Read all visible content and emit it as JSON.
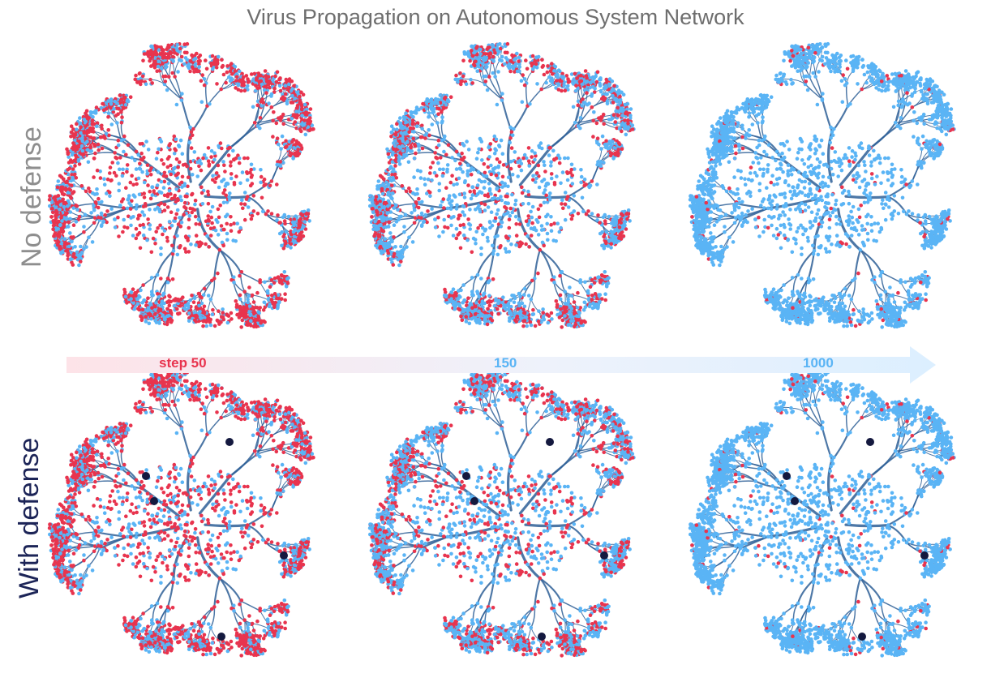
{
  "title": "Virus Propagation on Autonomous System Network",
  "rows": [
    {
      "label": "No defense",
      "label_color": "#8e8e8e",
      "defense": false
    },
    {
      "label": "With defense",
      "label_color": "#1c2457",
      "defense": true
    }
  ],
  "steps": [
    {
      "label": "step 50",
      "color": "#e8344e",
      "infected_fraction": 0.6
    },
    {
      "label": "150",
      "color": "#5ab4f5",
      "infected_fraction": 0.35
    },
    {
      "label": "1000",
      "color": "#5ab4f5",
      "infected_fraction": 0.05
    }
  ],
  "colors": {
    "infected": "#e8344e",
    "healthy": "#5ab4f5",
    "edge": "#2e5f96",
    "defense_node": "#14193f",
    "arrow_start": "#fde3e8",
    "arrow_end": "#dcefff"
  }
}
